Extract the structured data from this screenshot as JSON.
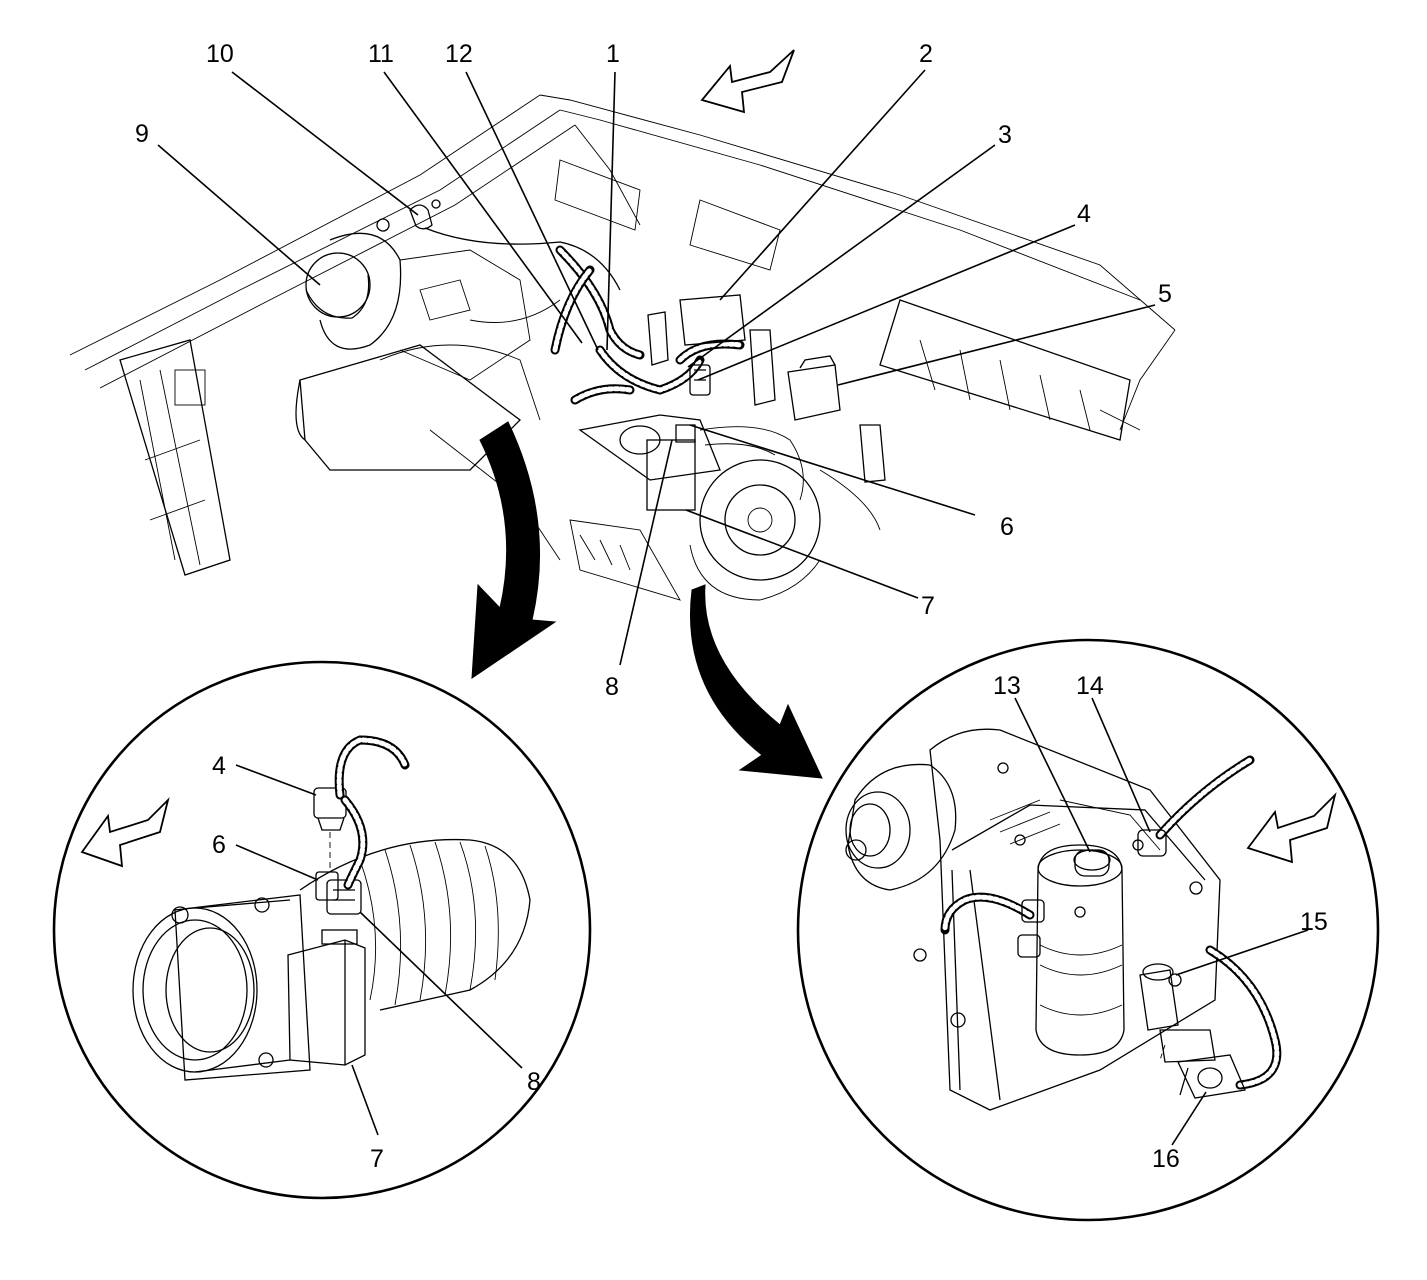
{
  "callouts": {
    "main": [
      "1",
      "2",
      "3",
      "4",
      "5",
      "6",
      "7",
      "8",
      "9",
      "10",
      "11",
      "12"
    ],
    "left_detail": [
      "4",
      "6",
      "8",
      "7"
    ],
    "right_detail": [
      "13",
      "14",
      "15",
      "16"
    ]
  },
  "icons": [
    "forward-direction-arrow-icon",
    "zoom-arrow-icon"
  ]
}
